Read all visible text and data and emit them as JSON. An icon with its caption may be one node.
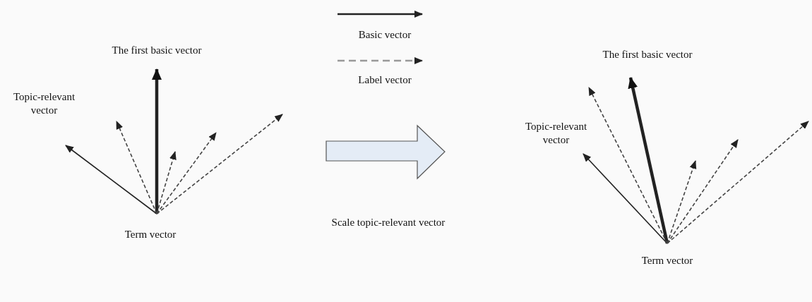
{
  "diagram": {
    "nodes": [
      {
        "text": [
          "The first basic vector"
        ]
      },
      {
        "text": [
          "Topic-relevant vector"
        ]
      },
      {
        "text": [
          "Term vector"
        ]
      },
      {
        "text": [
          "The first basic vector"
        ]
      },
      {
        "text": [
          "Topic-relevant vector"
        ]
      },
      {
        "text": [
          "Term vector"
        ]
      }
    ],
    "edges": [
      {
        "from": 2,
        "to": 0,
        "arrow": "to",
        "style": "thick"
      },
      {
        "from": 2,
        "to": 1,
        "arrow": "to"
      },
      {
        "from": 2,
        "to": null,
        "arrow": "to",
        "style": "dashed"
      },
      {
        "from": 2,
        "to": null,
        "arrow": "to",
        "style": "dashed"
      },
      {
        "from": 2,
        "to": null,
        "arrow": "to",
        "style": "dashed"
      },
      {
        "from": 2,
        "to": null,
        "arrow": "to",
        "style": "dashed"
      },
      {
        "from": 5,
        "to": 3,
        "arrow": "to",
        "style": "thick"
      },
      {
        "from": 5,
        "to": 4,
        "arrow": "to"
      },
      {
        "from": 5,
        "to": null,
        "arrow": "to",
        "style": "dashed"
      },
      {
        "from": 5,
        "to": null,
        "arrow": "to",
        "style": "dashed"
      },
      {
        "from": 5,
        "to": null,
        "arrow": "to",
        "style": "dashed"
      },
      {
        "from": 5,
        "to": null,
        "arrow": "to",
        "style": "dashed"
      }
    ],
    "labels": [
      "Scale topic-relevant vector"
    ],
    "legend": [
      {
        "text": "Basic vector"
      },
      {
        "text": "Label vector"
      }
    ]
  }
}
